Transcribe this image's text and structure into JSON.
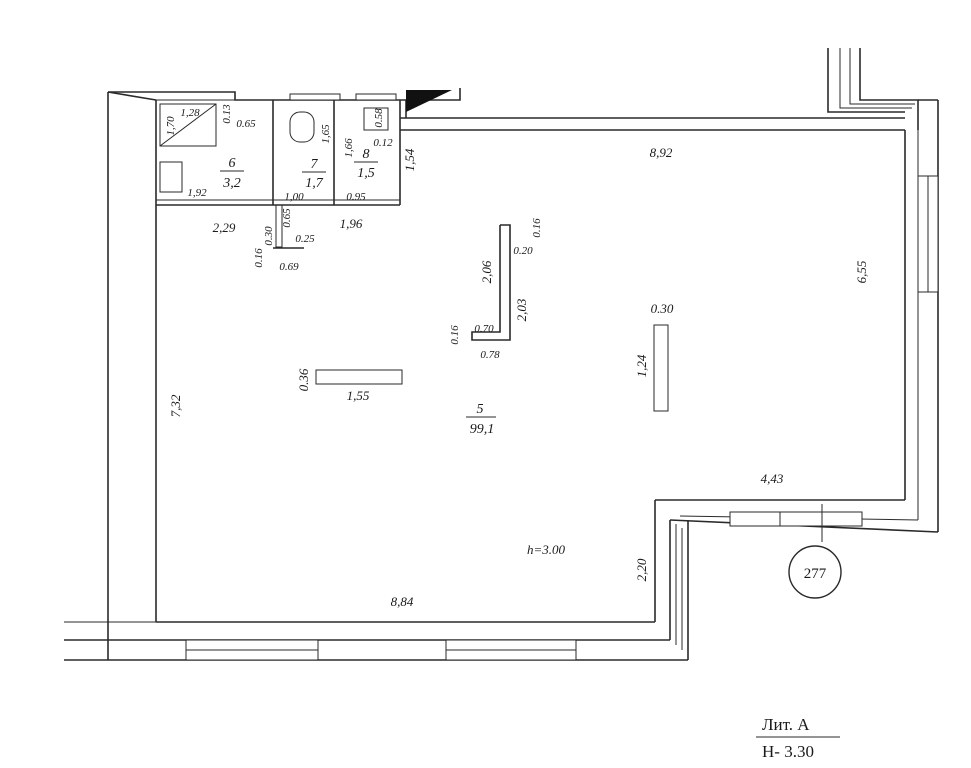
{
  "plan": {
    "apartment_number": "277",
    "lit": "Лит. А",
    "height_note": "Н- 3.30",
    "ceiling_height": "h=3.00",
    "rooms": {
      "main": {
        "number": "5",
        "area": "99,1"
      },
      "bath": {
        "number": "6",
        "area": "3,2"
      },
      "wc1": {
        "number": "7",
        "area": "1,7"
      },
      "wc2": {
        "number": "8",
        "area": "1,5"
      }
    },
    "dimensions": {
      "top": "8,92",
      "right": "6,55",
      "left": "7,32",
      "bottom": "8,84",
      "step_h": "4,43",
      "step_v": "2,20",
      "col1_w": "1,55",
      "col1_h": "0.36",
      "col2_w": "0.30",
      "col2_h": "1,24",
      "wall_a": "2,06",
      "wall_b": "2,03",
      "wall_c": "0.16",
      "wall_d": "0.20",
      "wall_e": "0.16",
      "wall_f": "0.70",
      "wall_g": "0.78",
      "bath_w": "1,28",
      "bath_h": "1,70",
      "bath_top": "0.13",
      "bath_niche": "0.65",
      "bath_len": "1,92",
      "bath_out": "2,29",
      "wc1_h": "1,65",
      "wc1_w": "1,00",
      "wc2_h": "1,66",
      "wc2_w": "0.95",
      "wc2_out": "1,96",
      "wc2_gap": "0.12",
      "wc2_top": "0.58",
      "duct_h": "1,54",
      "stub_a": "0.65",
      "stub_b": "0.30",
      "stub_c": "0.25",
      "stub_d": "0.16",
      "stub_e": "0.69"
    }
  }
}
